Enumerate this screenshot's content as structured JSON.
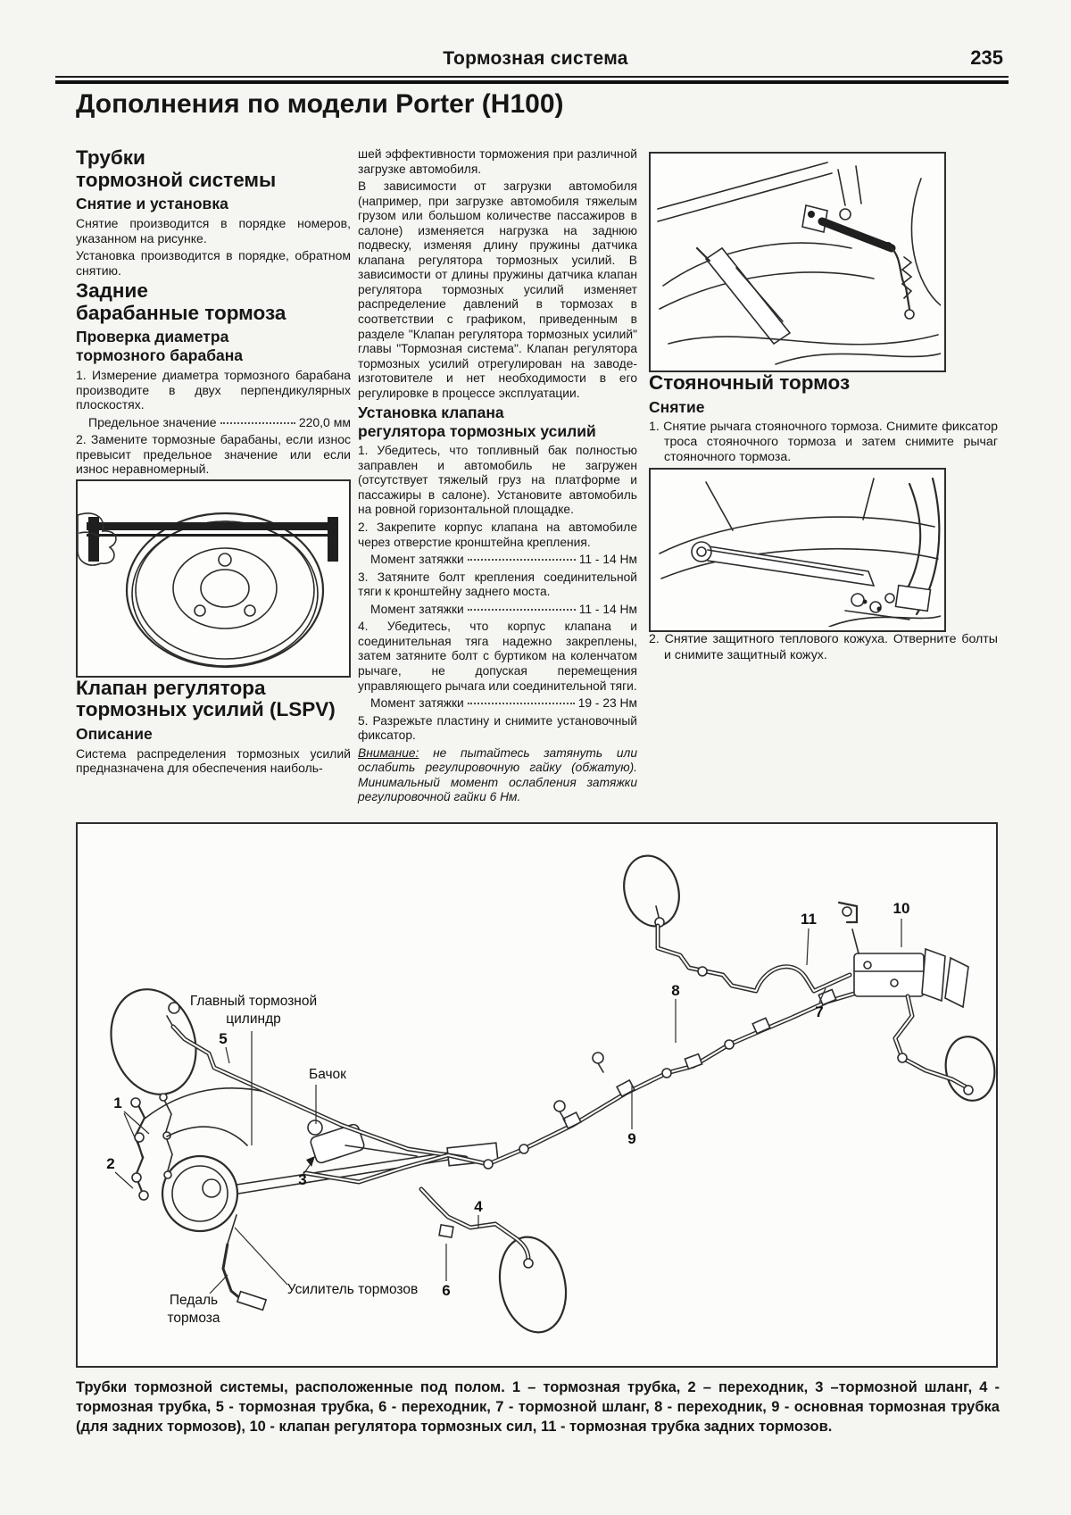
{
  "header": {
    "chapter": "Тормозная система",
    "page": "235"
  },
  "title": "Дополнения по модели Porter (H100)",
  "left": {
    "tubes_heading": "Трубки\nтормозной системы",
    "tubes_sub": "Снятие и установка",
    "tubes_p1": "Снятие производится в порядке номеров, указанном на рисунке.",
    "tubes_p2": "Установка производится в порядке, обратном снятию.",
    "drums_heading": "Задние\nбарабанные тормоза",
    "drums_sub": "Проверка диаметра\nтормозного барабана",
    "drums_p1": "1. Измерение диаметра тормозного барабана производите в двух перпендикулярных плоскостях.",
    "drums_spec_label": "Предельное значение",
    "drums_spec_value": "220,0 мм",
    "drums_p2": "2. Замените тормозные барабаны, если износ превысит предельное значение или если износ неравномерный.",
    "lspv_heading": "Клапан регулятора\nтормозных усилий (LSPV)",
    "lspv_sub": "Описание",
    "lspv_p1": "Система распределения тормозных усилий предназначена для обеспечения наиболь-"
  },
  "middle": {
    "cont_p1": "шей эффективности торможения при различной загрузке автомобиля.",
    "cont_p2": "В зависимости от загрузки автомобиля (например, при загрузке автомобиля тяжелым грузом или большом количестве пассажиров в салоне) изменяется нагрузка на заднюю подвеску, изменяя длину пружины датчика клапана регулятора тормозных усилий. В зависимости от длины пружины датчика клапан регулятора тормозных усилий изменяет распределение давлений в тормозах в соответствии с графиком, приведенным в разделе \"Клапан регулятора тормозных усилий\" главы \"Тормозная система\". Клапан регулятора тормозных усилий отрегулирован на заводе-изготовителе и нет необходимости в его регулировке в процессе эксплуатации.",
    "install_heading": "Установка клапана\nрегулятора тормозных усилий",
    "install_p1": "1. Убедитесь, что топливный бак полностью заправлен и автомобиль не загружен (отсутствует тяжелый груз на платформе и пассажиры в салоне). Установите автомобиль на ровной горизонтальной площадке.",
    "install_p2": "2. Закрепите корпус клапана на автомобиле через отверстие кронштейна крепления.",
    "torque_label": "Момент затяжки",
    "torque1": "11 - 14 Нм",
    "install_p3": "3. Затяните болт крепления соединительной тяги к кронштейну заднего моста.",
    "torque2": "11 - 14 Нм",
    "install_p4": "4. Убедитесь, что корпус клапана и соединительная тяга надежно закреплены, затем затяните болт с буртиком на коленчатом рычаге, не допуская перемещения управляющего рычага или соединительной тяги.",
    "torque3": "19 - 23 Нм",
    "install_p5": "5. Разрежьте пластину и снимите установочный фиксатор.",
    "warning_label": "Внимание:",
    "warning_text": " не пытайтесь затянуть или ослабить регулировочную гайку (обжатую). Минимальный момент ослабления затяжки регулировочной гайки 6 Нм."
  },
  "right": {
    "parking_heading": "Стояночный тормоз",
    "parking_sub": "Снятие",
    "parking_p1": "1. Снятие рычага стояночного тормоза. Снимите фиксатор троса стояночного тормоза и затем снимите рычаг стояночного тормоза.",
    "parking_p2": "2. Снятие защитного теплового кожуха. Отверните болты и снимите защитный кожух."
  },
  "diagram": {
    "label_master_1": "Главный тормозной",
    "label_master_2": "цилиндр",
    "label_reservoir": "Бачок",
    "label_pedal_1": "Педаль",
    "label_pedal_2": "тормоза",
    "label_booster": "Усилитель тормозов",
    "nums": {
      "n1": "1",
      "n2": "2",
      "n3": "3",
      "n4": "4",
      "n5": "5",
      "n6": "6",
      "n7": "7",
      "n8": "8",
      "n9": "9",
      "n10": "10",
      "n11": "11"
    },
    "caption": "Трубки тормозной системы, расположенные под полом. 1 – тормозная трубка, 2 – переходник, 3 –тормозной шланг, 4 - тормозная трубка, 5 - тормозная трубка, 6 - переходник, 7 - тормозной шланг, 8 - переходник, 9 - основная тормозная трубка (для задних тормозов), 10 - клапан регулятора тормозных сил, 11 - тормозная трубка задних тормозов."
  }
}
